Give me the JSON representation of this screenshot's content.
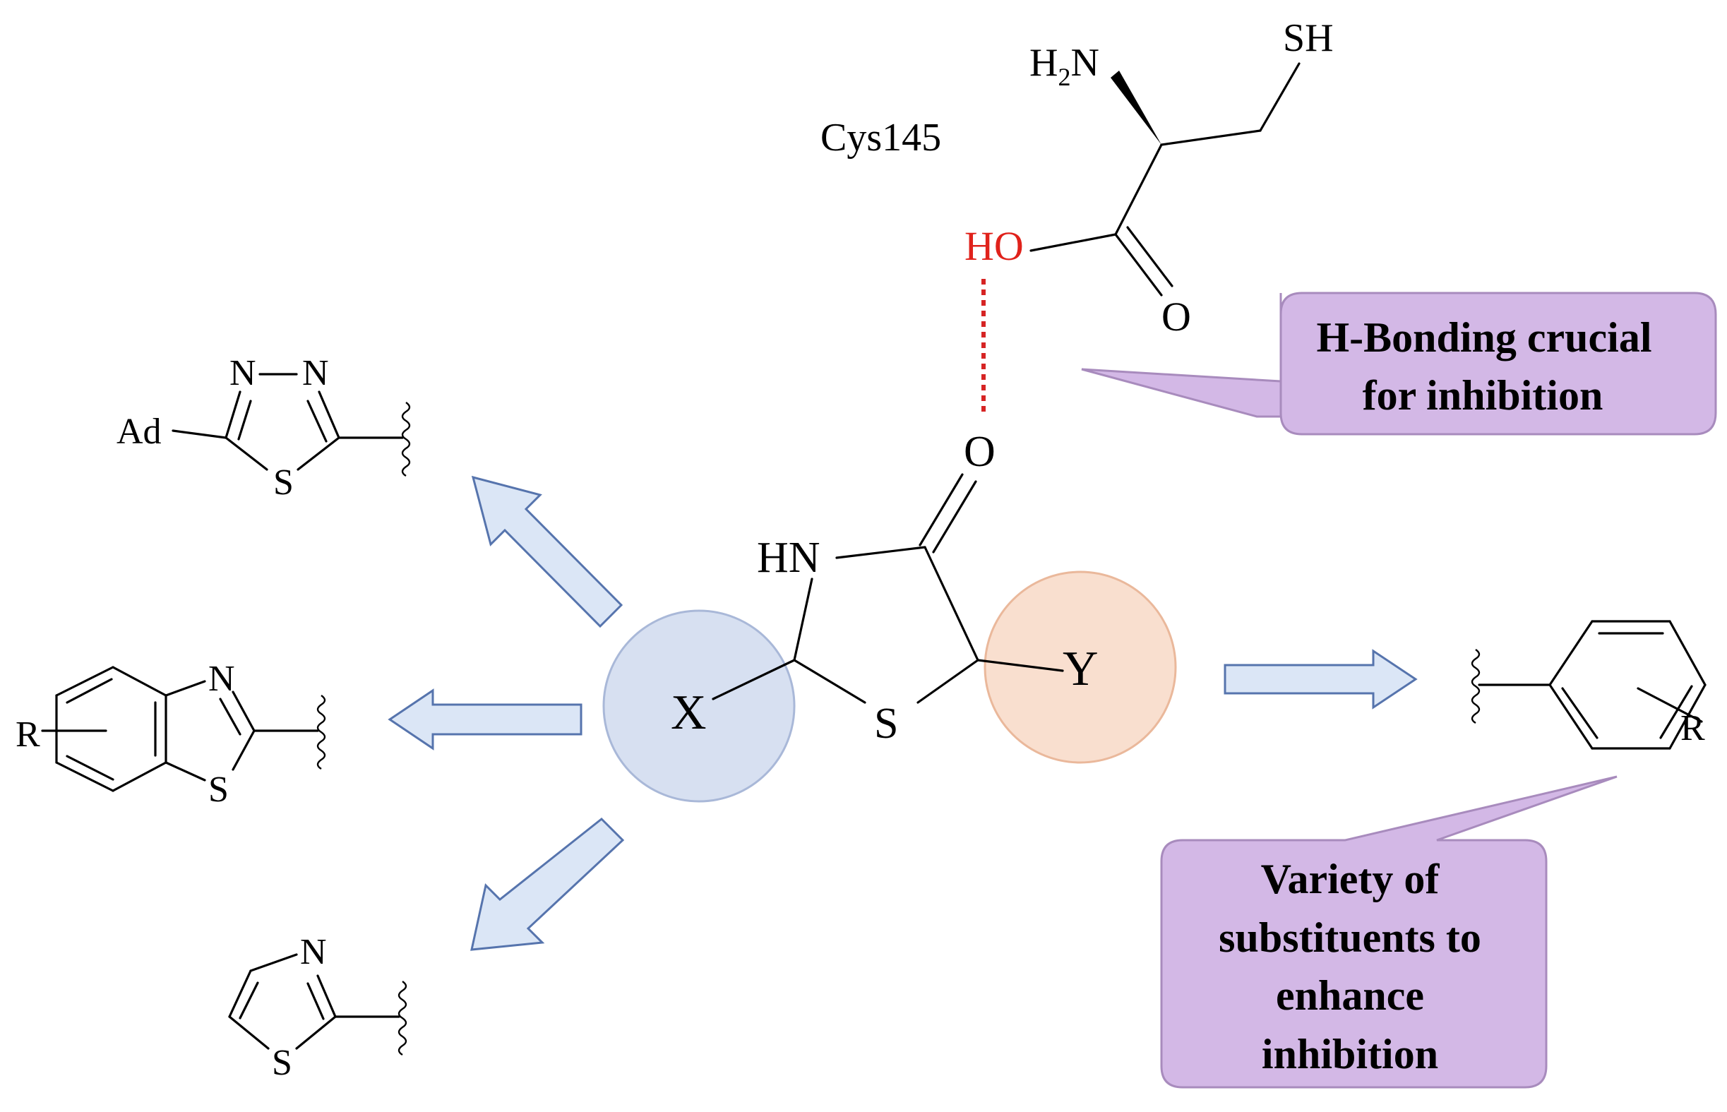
{
  "residue": {
    "label": "Cys145",
    "nh2": "H2N",
    "sh": "SH",
    "ho": "HO",
    "o": "O",
    "ho_color": "#e0221b"
  },
  "core": {
    "hn": "HN",
    "o": "O",
    "s": "S",
    "x": "X",
    "y": "Y",
    "x_circle_color": "#d7e0f1",
    "y_circle_color": "#f9dfcf"
  },
  "substituents_x": {
    "thiadiazole": {
      "ad": "Ad",
      "n1": "N",
      "n2": "N",
      "s": "S"
    },
    "benzothiazole": {
      "r": "R",
      "n": "N",
      "s": "S"
    },
    "thiazole": {
      "n": "N",
      "s": "S"
    }
  },
  "substituents_y": {
    "phenyl": {
      "r": "R"
    }
  },
  "callouts": {
    "hbond_line1": "H-Bonding crucial",
    "hbond_line2": "for inhibition",
    "variety_line1": "Variety of",
    "variety_line2": "substituents to",
    "variety_line3": "enhance",
    "variety_line4": "inhibition",
    "fill_color": "#d3b8e6"
  },
  "icons": {
    "arrow_icon": "block-arrow",
    "hbond_icon": "dotted-red-line"
  }
}
